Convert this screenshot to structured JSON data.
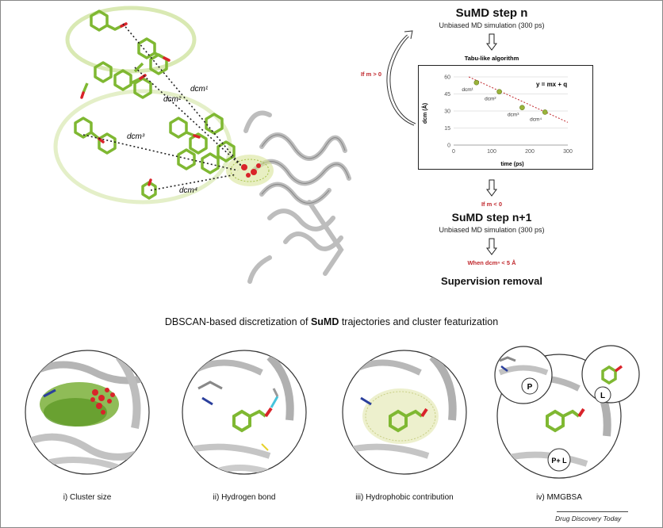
{
  "flow": {
    "step_n_title": "SuMD step n",
    "step_n_sub": "Unbiased MD simulation (300 ps)",
    "algorithm_label": "Tabu-like algorithm",
    "loop_label": "If m > 0",
    "cond_neg": "If m < 0",
    "step_n1_title": "SuMD step n+1",
    "step_n1_sub": "Unbiased MD simulation (300 ps)",
    "when_label": "When dcmⁿ < 5 Å",
    "removal_label": "Supervision removal"
  },
  "distances": [
    "dcm¹",
    "dcm²",
    "dcm³",
    "dcm⁴"
  ],
  "chart_data": {
    "type": "scatter",
    "x": [
      60,
      120,
      180,
      240
    ],
    "y": [
      55,
      47,
      33,
      29
    ],
    "point_labels": [
      "dcm¹",
      "dcm²",
      "dcm³",
      "dcm⁴"
    ],
    "equation": "y = mx + q",
    "xlabel": "time (ps)",
    "ylabel": "dcm (Å)",
    "xlim": [
      0,
      300
    ],
    "ylim": [
      0,
      60
    ],
    "xticks": [
      0,
      100,
      200,
      300
    ],
    "yticks": [
      0,
      15,
      30,
      45,
      60
    ],
    "trend": {
      "x0": 40,
      "y0": 60,
      "x1": 300,
      "y1": 20
    },
    "point_color": "#9ab43a",
    "trend_color": "#c0282d"
  },
  "section_title_pre": "DBSCAN-based discretization of ",
  "section_title_bold": "SuMD",
  "section_title_post": " trajectories and cluster featurization",
  "panels": [
    {
      "caption": "i) Cluster size"
    },
    {
      "caption": "ii) Hydrogen bond"
    },
    {
      "caption": "iii) Hydrophobic contribution"
    },
    {
      "caption": "iv) MMGBSA"
    }
  ],
  "mmgbsa_labels": {
    "p": "P",
    "l": "L",
    "pl": "P+ L"
  },
  "footer": "Drug Discovery Today",
  "colors": {
    "ligand": "#8cc63f",
    "ligand_dark": "#4e8a1a",
    "oxygen": "#d9232a",
    "protein": "#b8b8b8"
  }
}
